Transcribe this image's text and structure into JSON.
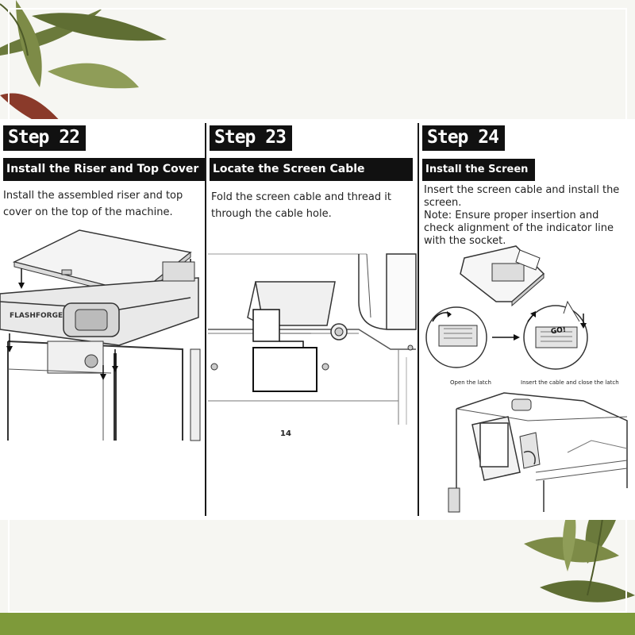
{
  "steps": [
    {
      "title": "Step 22",
      "heading": "Install the Riser and Top Cover",
      "text": "Install the assembled riser and top cover on the top of the machine.",
      "brand": "FLASHFORGE"
    },
    {
      "title": "Step 23",
      "heading": "Locate the Screen Cable",
      "text": "Fold the screen cable and thread it through the cable hole.",
      "page_number": "14"
    },
    {
      "title": "Step 24",
      "heading": "Install the Screen",
      "text": "Insert the screen cable and install the screen.",
      "note": "Note: Ensure proper insertion and check alignment of the indicator line with the socket.",
      "label_open": "Open the latch",
      "label_insert": "Insert the cable and close the latch",
      "callout": "GO!"
    }
  ],
  "colors": {
    "accent_bottom": "#7e9a3a",
    "leaf_green": "#6b7a3c",
    "leaf_red": "#8a3a2a"
  }
}
